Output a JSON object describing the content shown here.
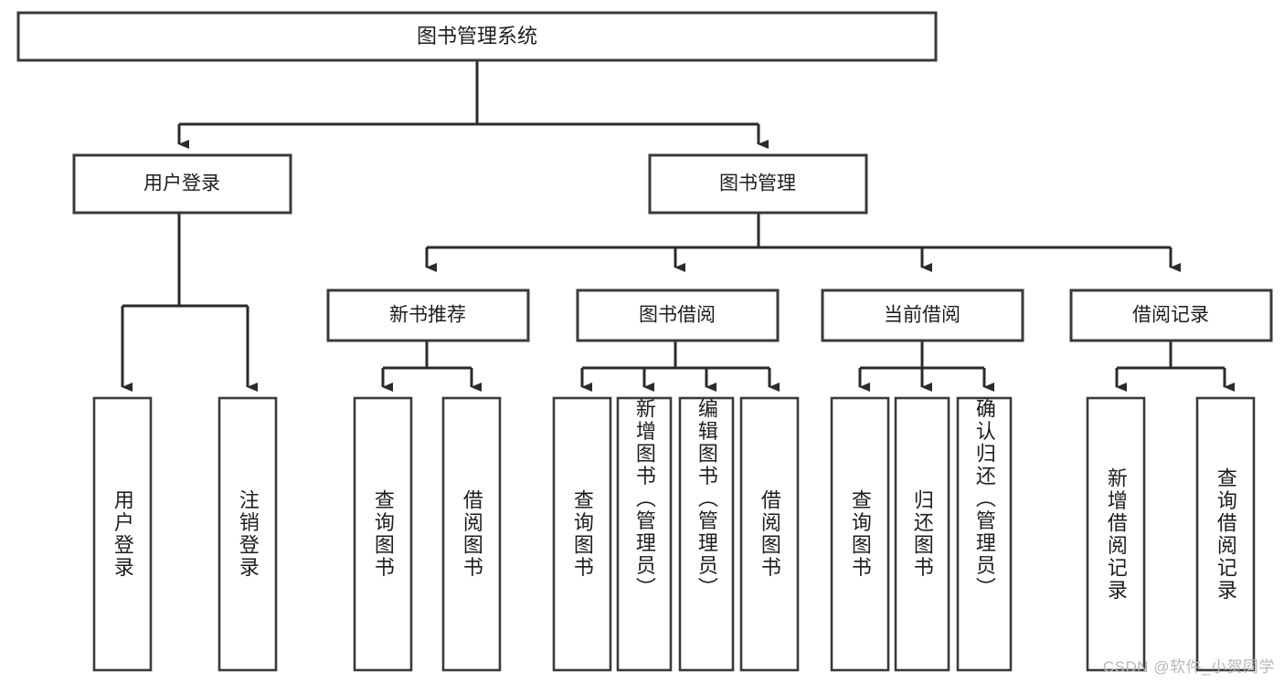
{
  "diagram": {
    "type": "tree",
    "title": "图书管理系统",
    "watermark": "CSDN @软件_小贺同学",
    "colors": {
      "box_stroke": "#3a3a3a",
      "connector": "#2b2b2b",
      "box_fill": "#ffffff",
      "text": "#1d1d1d",
      "watermark": "#b7b7b7"
    },
    "root": {
      "label": "图书管理系统"
    },
    "level2": [
      {
        "label": "用户登录"
      },
      {
        "label": "图书管理"
      }
    ],
    "level3": [
      {
        "label": "新书推荐"
      },
      {
        "label": "图书借阅"
      },
      {
        "label": "当前借阅"
      },
      {
        "label": "借阅记录"
      }
    ],
    "leaves": {
      "user_login": [
        {
          "label": "用户登录"
        },
        {
          "label": "注销登录"
        }
      ],
      "new_book_recommend": [
        {
          "label": "查询图书"
        },
        {
          "label": "借阅图书"
        }
      ],
      "book_borrow": [
        {
          "label": "查询图书"
        },
        {
          "label": "新增图书（管理员）"
        },
        {
          "label": "编辑图书（管理员）"
        },
        {
          "label": "借阅图书"
        }
      ],
      "current_borrow": [
        {
          "label": "查询图书"
        },
        {
          "label": "归还图书"
        },
        {
          "label": "确认归还（管理员）"
        }
      ],
      "borrow_record": [
        {
          "label": "新增借阅记录"
        },
        {
          "label": "查询借阅记录"
        }
      ]
    }
  }
}
